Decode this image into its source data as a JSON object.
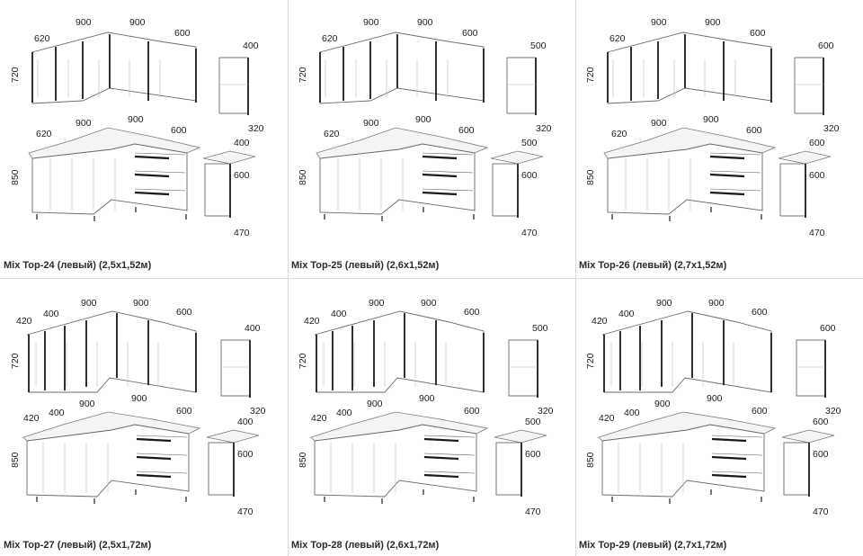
{
  "kits": [
    {
      "caption": "Mix Top-24 (левый) (2,5x1,52м)",
      "upper": {
        "dims": [
          "620",
          "900",
          "900",
          "600"
        ],
        "height": "720"
      },
      "upper_single": {
        "width": "400",
        "depth": "320"
      },
      "lower": {
        "dims": [
          "620",
          "900",
          "900",
          "600"
        ],
        "height": "850"
      },
      "lower_single": {
        "width": "400",
        "height": "600",
        "depth": "470"
      }
    },
    {
      "caption": "Mix Top-25 (левый) (2,6x1,52м)",
      "upper": {
        "dims": [
          "620",
          "900",
          "900",
          "600"
        ],
        "height": "720"
      },
      "upper_single": {
        "width": "500",
        "depth": "320"
      },
      "lower": {
        "dims": [
          "620",
          "900",
          "900",
          "600"
        ],
        "height": "850"
      },
      "lower_single": {
        "width": "500",
        "height": "600",
        "depth": "470"
      }
    },
    {
      "caption": "Mix Top-26 (левый) (2,7x1,52м)",
      "upper": {
        "dims": [
          "620",
          "900",
          "900",
          "600"
        ],
        "height": "720"
      },
      "upper_single": {
        "width": "600",
        "depth": "320"
      },
      "lower": {
        "dims": [
          "620",
          "900",
          "900",
          "600"
        ],
        "height": "850"
      },
      "lower_single": {
        "width": "600",
        "height": "600",
        "depth": "470"
      }
    },
    {
      "caption": "Mix Top-27 (левый) (2,5x1,72м)",
      "upper": {
        "dims": [
          "420",
          "400",
          "900",
          "900",
          "600"
        ],
        "height": "720"
      },
      "upper_single": {
        "width": "400",
        "depth": "320"
      },
      "lower": {
        "dims": [
          "420",
          "400",
          "900",
          "900",
          "600"
        ],
        "height": "850"
      },
      "lower_single": {
        "width": "400",
        "height": "600",
        "depth": "470"
      }
    },
    {
      "caption": "Mix Top-28 (левый) (2,6x1,72м)",
      "upper": {
        "dims": [
          "420",
          "400",
          "900",
          "900",
          "600"
        ],
        "height": "720"
      },
      "upper_single": {
        "width": "500",
        "depth": "320"
      },
      "lower": {
        "dims": [
          "420",
          "400",
          "900",
          "900",
          "600"
        ],
        "height": "850"
      },
      "lower_single": {
        "width": "500",
        "height": "600",
        "depth": "470"
      }
    },
    {
      "caption": "Mix Top-29 (левый) (2,7x1,72м)",
      "upper": {
        "dims": [
          "420",
          "400",
          "900",
          "900",
          "600"
        ],
        "height": "720"
      },
      "upper_single": {
        "width": "600",
        "depth": "320"
      },
      "lower": {
        "dims": [
          "420",
          "400",
          "900",
          "900",
          "600"
        ],
        "height": "850"
      },
      "lower_single": {
        "width": "600",
        "height": "600",
        "depth": "470"
      }
    }
  ]
}
